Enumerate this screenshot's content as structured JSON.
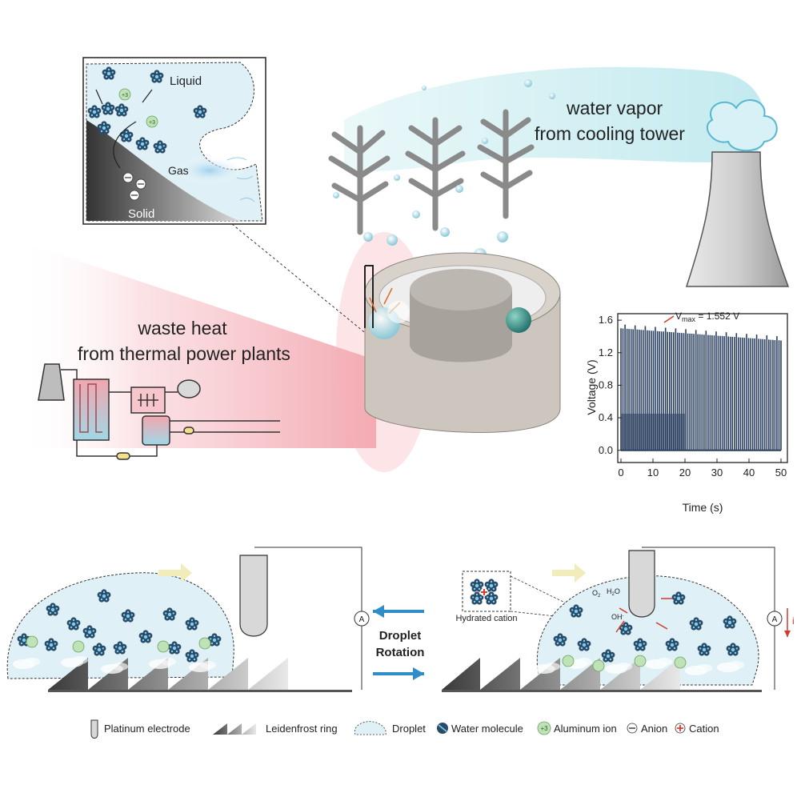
{
  "inset": {
    "liquid": "Liquid",
    "gas": "Gas",
    "solid": "Solid",
    "ion_charge": "+3"
  },
  "vapor": {
    "line1": "water vapor",
    "line2": "from cooling tower"
  },
  "heat": {
    "line1": "waste heat",
    "line2": "from thermal power plants"
  },
  "chart_data": {
    "type": "line",
    "title": "",
    "xlabel": "Time (s)",
    "ylabel": "Voltage (V)",
    "xlim": [
      -1,
      52
    ],
    "ylim": [
      -0.15,
      1.68
    ],
    "xticks": [
      "0",
      "10",
      "20",
      "30",
      "40",
      "50"
    ],
    "yticks": [
      "0.0",
      "0.4",
      "0.8",
      "1.2",
      "1.6"
    ],
    "series": [
      {
        "color": "#2a3f5f",
        "peaks_start": 1.5,
        "peaks_end": 1.35,
        "x_start": 0,
        "x_end": 50,
        "pulses": 80
      }
    ],
    "annotation": {
      "prefix": "V",
      "subscript": "max",
      "suffix": " = 1.552 V",
      "x": 13,
      "y": 1.552
    }
  },
  "middle": {
    "line1": "Droplet",
    "line2": "Rotation",
    "hydrated_cation": "Hydrated cation",
    "ammeter": "A",
    "current": "i",
    "o2": "O",
    "o2_sub": "2",
    "h2o": "H",
    "h2o_sub": "2",
    "h2o_end": "O",
    "oh": "OH",
    "oh_sup": "-"
  },
  "legend": {
    "platinum": "Platinum electrode",
    "leidenfrost": "Leidenfrost ring",
    "droplet": "Droplet",
    "water": "Water molecule",
    "aluminum_sym": "+3",
    "aluminum": "Aluminum ion",
    "anion": "Anion",
    "cation": "Cation"
  },
  "colors": {
    "ink": "#2a3f5f",
    "droplet": "#dff1f6",
    "heat": "#f19aa3",
    "vapor": "#cfeef2",
    "ion": "#bfe3b6"
  }
}
